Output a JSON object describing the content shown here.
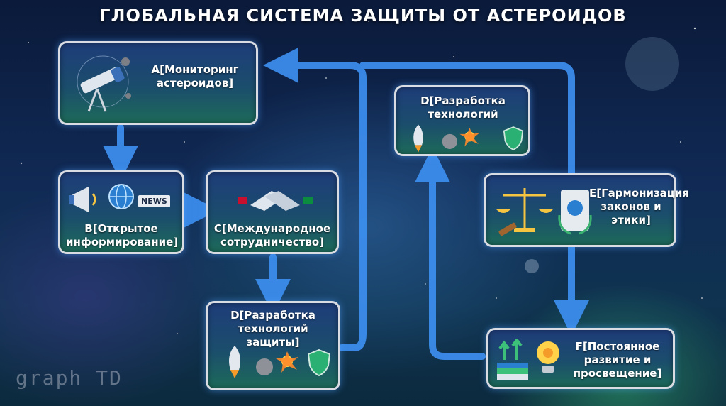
{
  "title": "ГЛОБАЛЬНАЯ СИСТЕМА ЗАЩИТЫ ОТ АСТЕРОИДОВ",
  "nodes": {
    "a": {
      "label": "A[Мониторинг\nастероидов]"
    },
    "b": {
      "label": "B[Открытое\nинформирование]",
      "news_badge": "NEWS"
    },
    "c": {
      "label": "C[Международное\nсотрудничество]"
    },
    "d1": {
      "label": "D[Разработка\nтехнологий защиты]"
    },
    "d2": {
      "label": "D[Разработка\nтехнологий"
    },
    "e": {
      "label": "E[Гармонизация\nзаконов и\nэтики]"
    },
    "f": {
      "label": "F[Постоянное\nразвитие и\nпросвещение]"
    }
  },
  "watermark": "graph TD",
  "colors": {
    "arrow": "#3d8ff0",
    "border": "#d9dde3",
    "accent": "#f5c542"
  }
}
